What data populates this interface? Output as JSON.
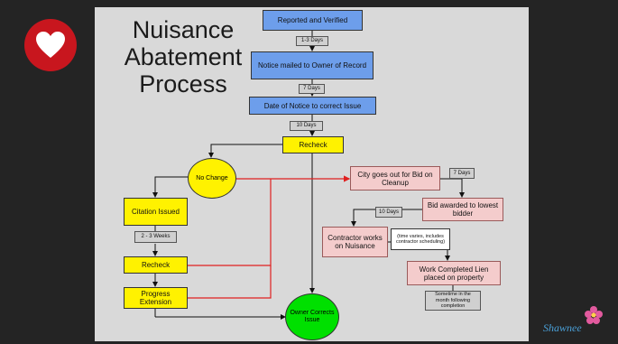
{
  "title": {
    "line1": "Nuisance",
    "line2": "Abatement",
    "line3": "Process"
  },
  "nodes": {
    "reported": "Reported and Verified",
    "notice_mailed": "Notice mailed to Owner of Record",
    "date_of_notice": "Date of Notice to correct Issue",
    "recheck_top": "Recheck",
    "no_change": "No Change",
    "citation": "Citation Issued",
    "recheck_left": "Recheck",
    "progress_ext": "Progress Extension",
    "owner_corrects": "Owner Corrects Issue",
    "city_bid": "City goes out for Bid on Cleanup",
    "bid_awarded": "Bid awarded to lowest bidder",
    "contractor": "Contractor works on Nuisance",
    "work_completed": "Work Completed Lien placed on property"
  },
  "durations": {
    "d1": "1-3 Days",
    "d2": "7 Days",
    "d3": "10 Days",
    "d4": "7 Days",
    "d5": "10 Days",
    "d6": "2 - 3 Weeks",
    "d7": "(time varies, includes contractor scheduling)",
    "d8": "Sometime in the month following completion"
  },
  "logo": {
    "text": "Shawnee"
  },
  "colors": {
    "blue": "#6d9eeb",
    "yellow": "#fff200",
    "green": "#00e000",
    "pink": "#f4cccc",
    "red_line": "#e02020",
    "heart_bg": "#c8161e"
  }
}
